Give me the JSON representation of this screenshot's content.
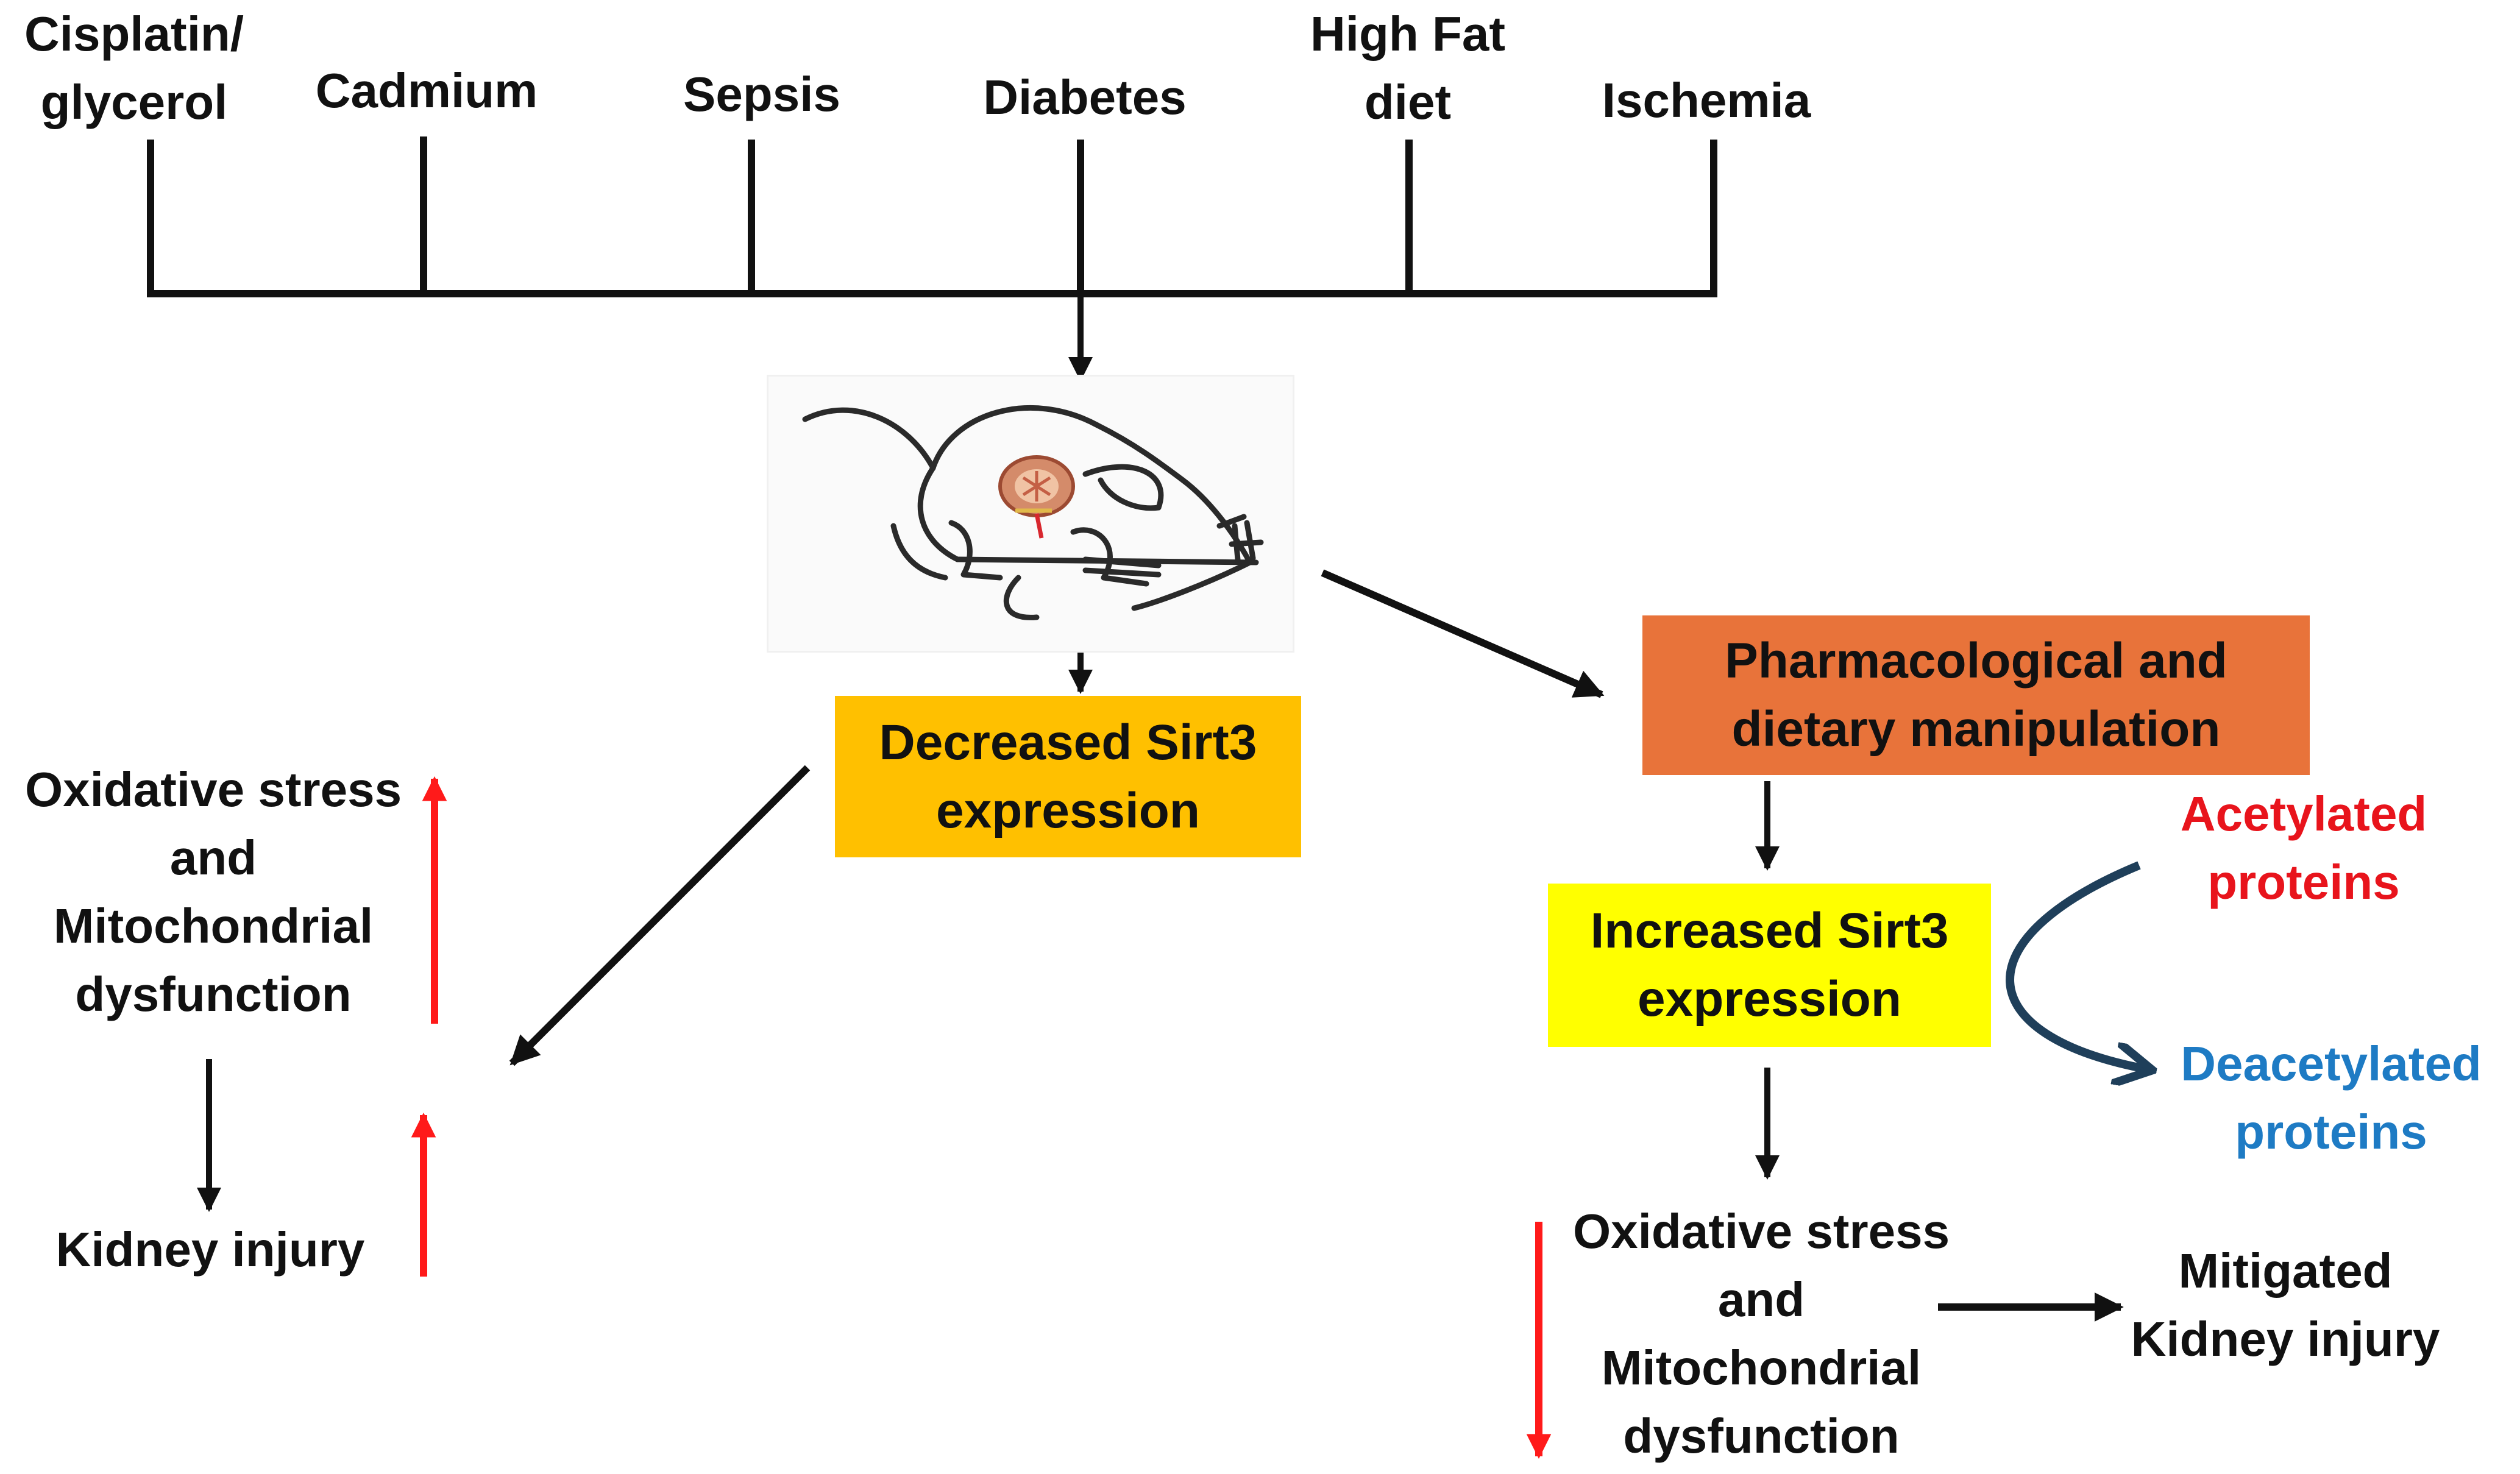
{
  "causes": {
    "cisplatin": "Cisplatin/\nglycerol",
    "cadmium": "Cadmium",
    "sepsis": "Sepsis",
    "diabetes": "Diabetes",
    "high_fat": "High Fat\ndiet",
    "ischemia": "Ischemia"
  },
  "decreased_box": {
    "text": "Decreased Sirt3\nexpression",
    "color": "#FFC000"
  },
  "pharma_box": {
    "text": "Pharmacological and\ndietary manipulation",
    "color": "#E8733A"
  },
  "increased_box": {
    "text": "Increased Sirt3\nexpression",
    "color": "#FFFF00"
  },
  "left_outcomes": {
    "oxidative": "Oxidative stress\nand\nMitochondrial\ndysfunction",
    "kidney": "Kidney injury"
  },
  "right_outcomes": {
    "oxidative": "Oxidative stress\nand\nMitochondrial\ndysfunction",
    "mitigated": "Mitigated\nKidney injury"
  },
  "acetylation": {
    "acetylated": "Acetylated\nproteins",
    "deacetylated": "Deacetylated\nproteins",
    "acetylated_color": "#E8141C",
    "deacetylated_color": "#1E7BC4",
    "curve_color": "#1F3F5A"
  },
  "colors": {
    "line": "#111111",
    "up_down_arrow": "#FF1A1A"
  }
}
